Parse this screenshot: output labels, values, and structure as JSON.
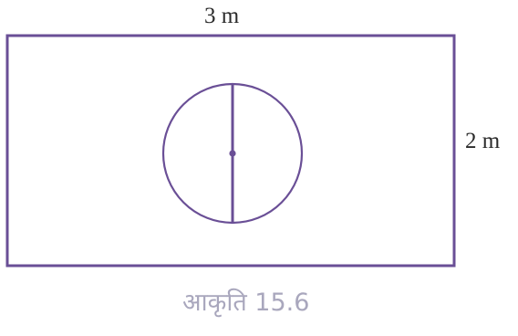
{
  "figure": {
    "width_label": "3 m",
    "height_label": "2 m",
    "caption": "आकृति 15.6",
    "colors": {
      "stroke": "#6a4f96",
      "label_text": "#2b2b2b",
      "caption_text": "#a9a7bd",
      "background": "#ffffff"
    }
  }
}
